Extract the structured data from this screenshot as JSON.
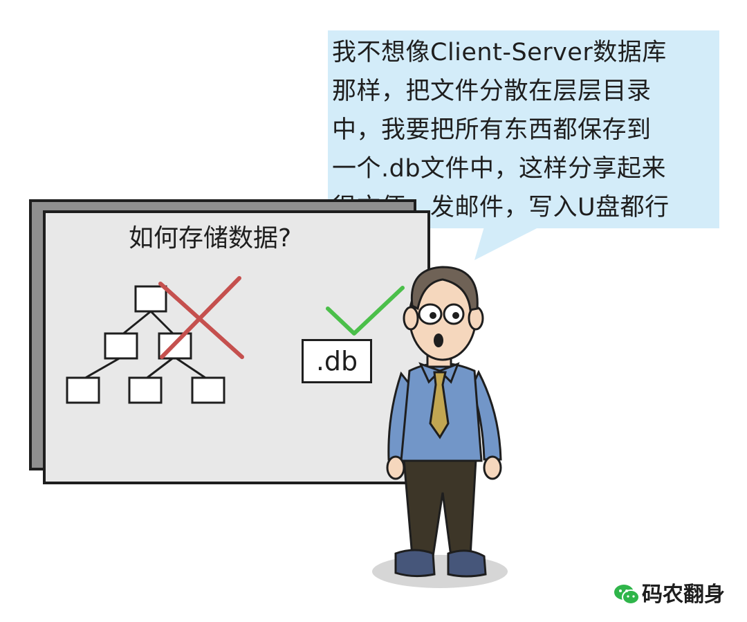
{
  "bubble": {
    "lines": [
      "我不想像Client-Server数据库",
      "那样，把文件分散在层层目录",
      "中，我要把所有东西都保存到",
      "一个.db文件中，这样分享起来",
      "很方便，发邮件，写入U盘都行"
    ]
  },
  "board": {
    "title": "如何存储数据?",
    "db_label": ".db"
  },
  "watermark": {
    "brand": "码农翻身",
    "icon": "wechat-icon"
  },
  "colors": {
    "bubble": "#d3ecf9",
    "board": "#e8e8e8",
    "cross": "#c5504e",
    "check": "#4bbf4a",
    "shirt": "#7296c8",
    "tie": "#c2a652",
    "trousers": "#3d3628",
    "hair": "#6f6256",
    "skin": "#f5d7bd"
  }
}
